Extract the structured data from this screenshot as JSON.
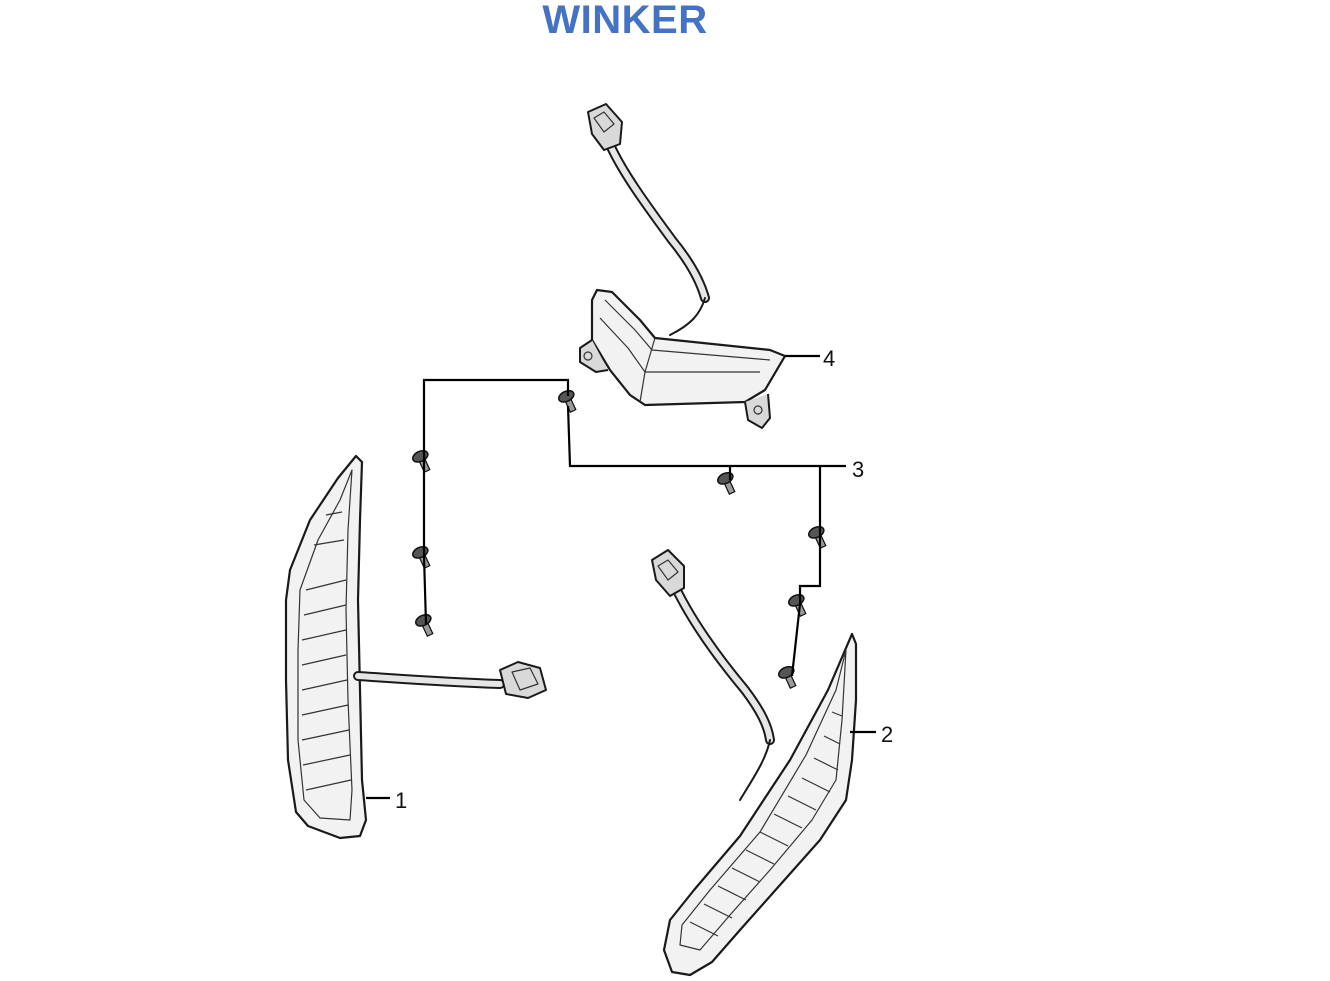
{
  "title": "WINKER",
  "title_color": "#4472C4",
  "callouts": {
    "c1": "1",
    "c2": "2",
    "c3": "3",
    "c4": "4"
  }
}
